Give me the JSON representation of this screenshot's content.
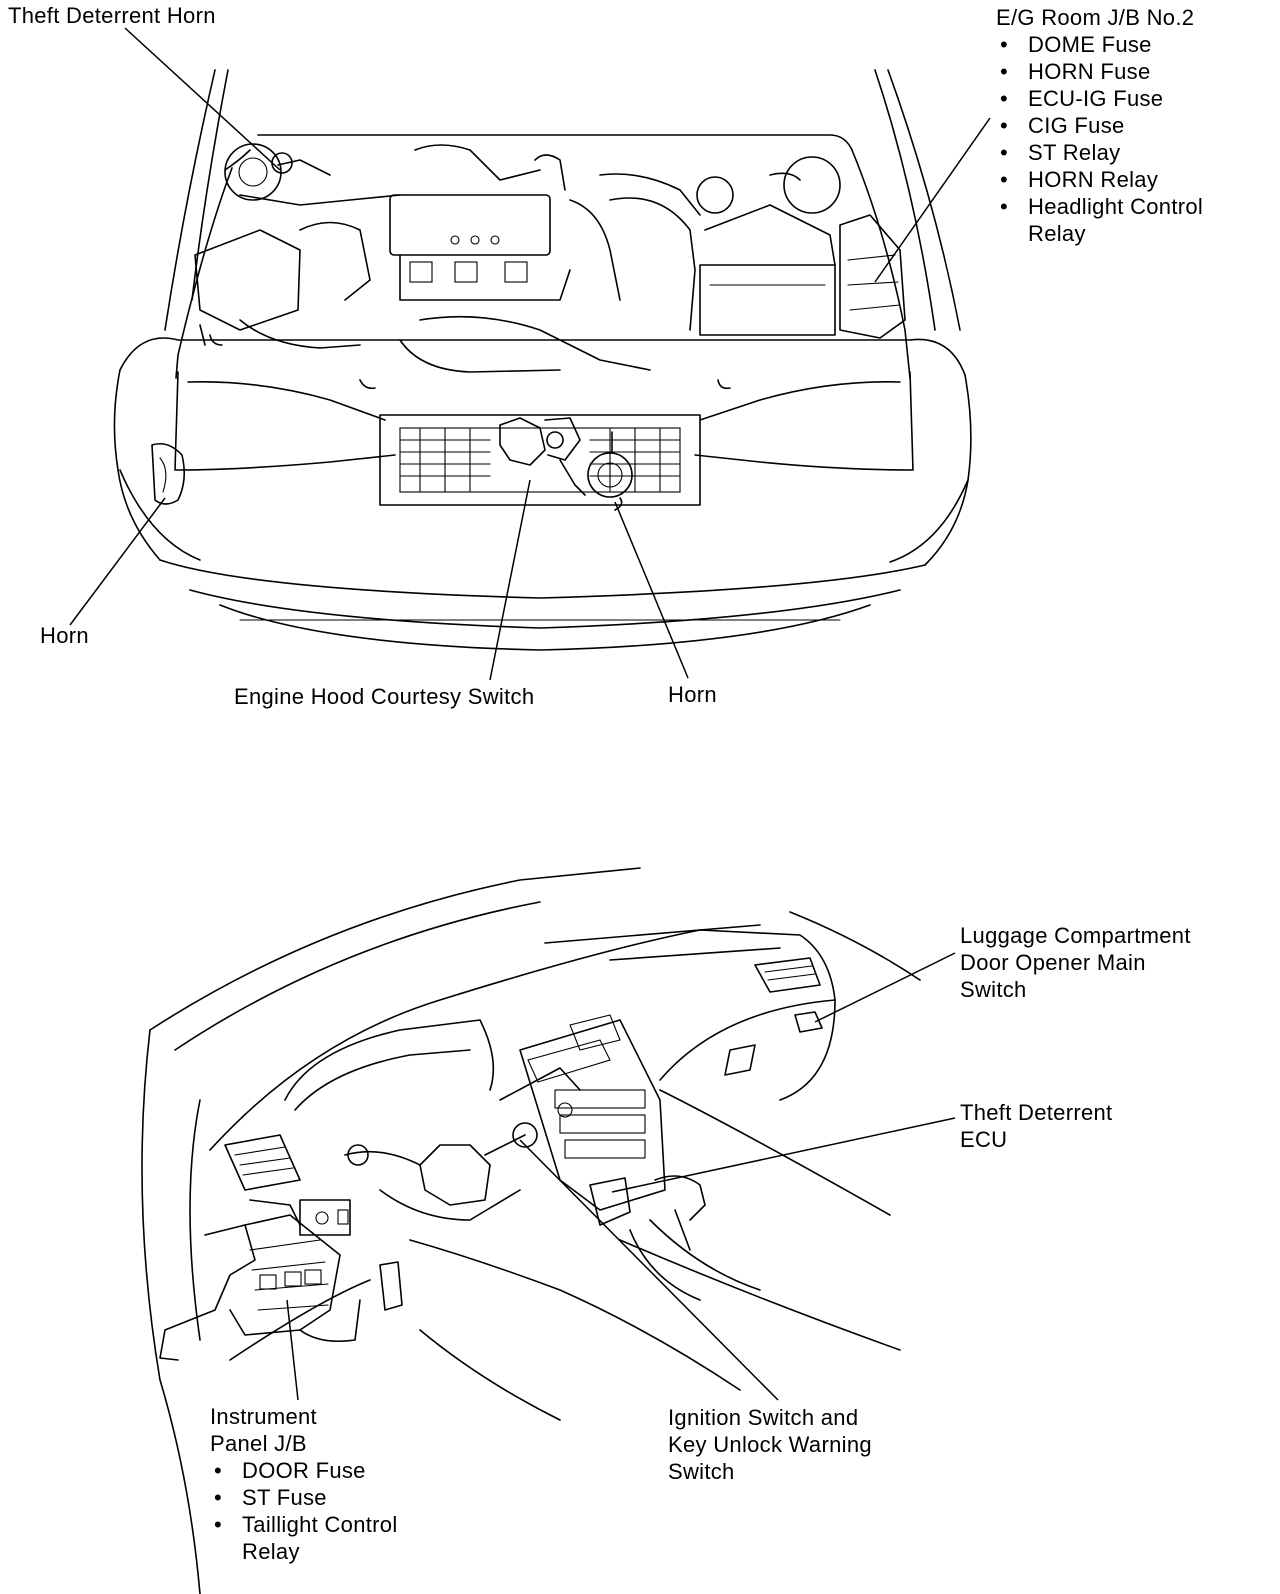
{
  "figure_top": {
    "labels": {
      "theft_deterrent_horn": "Theft Deterrent Horn",
      "eg_room_jb_title": "E/G Room J/B No.2",
      "eg_room_jb_items": [
        "DOME Fuse",
        "HORN Fuse",
        "ECU-IG Fuse",
        "CIG Fuse",
        "ST Relay",
        "HORN Relay",
        "Headlight Control",
        "Relay"
      ],
      "horn_left": "Horn",
      "engine_hood_courtesy_switch": "Engine Hood Courtesy Switch",
      "horn_right": "Horn"
    }
  },
  "figure_bottom": {
    "labels": {
      "luggage_switch": [
        "Luggage Compartment",
        "Door Opener Main",
        "Switch"
      ],
      "theft_deterrent_ecu": [
        "Theft Deterrent",
        "ECU"
      ],
      "instrument_panel_jb_title": [
        "Instrument",
        "Panel J/B"
      ],
      "instrument_panel_jb_items": [
        "DOOR Fuse",
        "ST Fuse",
        "Taillight Control",
        "Relay"
      ],
      "ignition_switch": [
        "Ignition Switch and",
        "Key Unlock Warning",
        "Switch"
      ]
    }
  },
  "colors": {
    "ink": "#000000",
    "paper": "#ffffff"
  }
}
